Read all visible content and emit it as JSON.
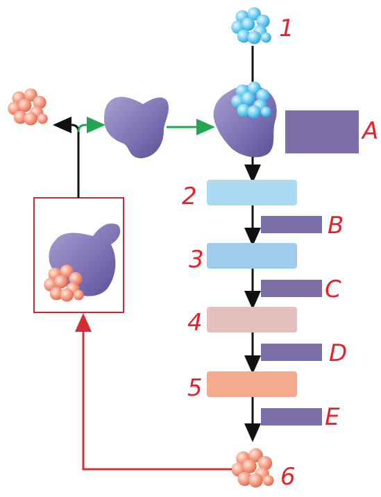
{
  "diagram": {
    "step_labels": [
      "1",
      "2",
      "3",
      "4",
      "5",
      "6"
    ],
    "box_labels": [
      "A",
      "B",
      "C",
      "D",
      "E"
    ],
    "colors": {
      "blue_molecule": "#5fc6ef",
      "salmon_molecule": "#f49a82",
      "enzyme": "#7f73b5",
      "label_box": "#7c6fa8",
      "step2": "#aadbf3",
      "step3": "#9fcbec",
      "step4": "#e5bfbe",
      "step5": "#f5a98d",
      "feedback_line": "#d42f36",
      "activation_arrow": "#23a552"
    }
  }
}
